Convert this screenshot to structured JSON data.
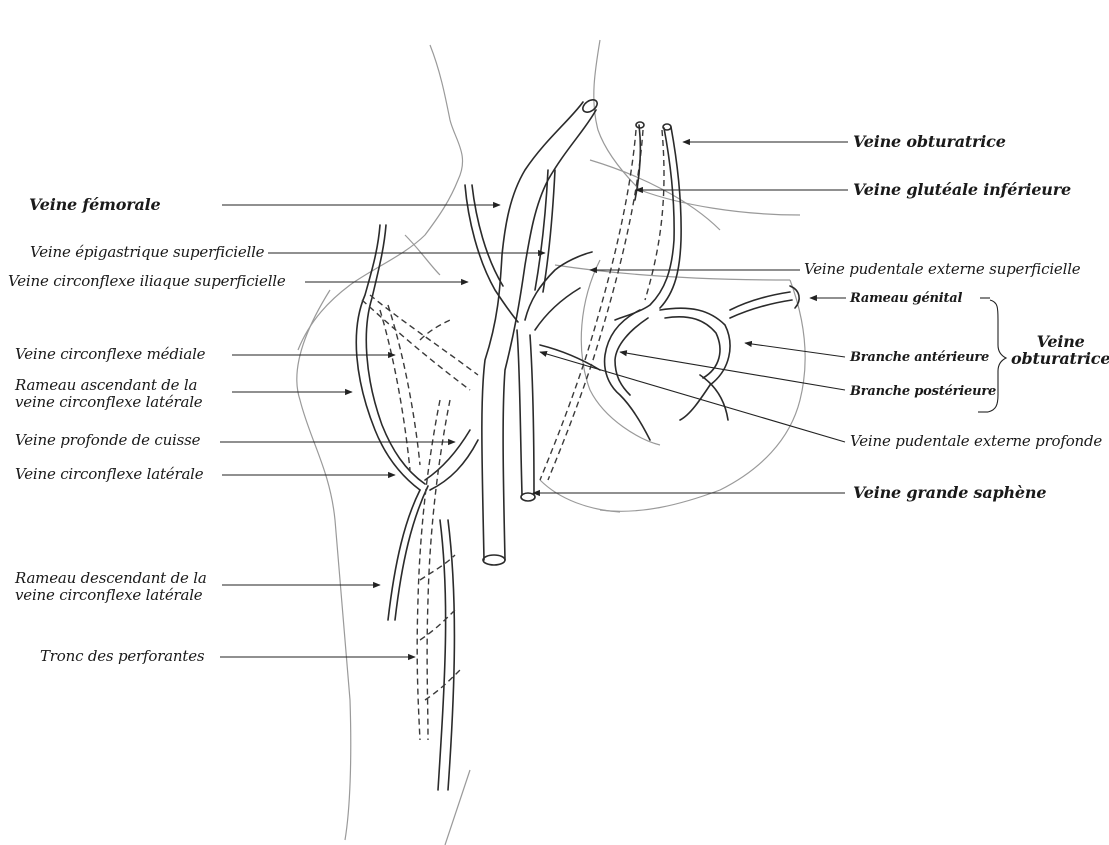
{
  "labels": {
    "veine_femorale": "Veine fémorale",
    "epigastrique": "Veine épigastrique superficielle",
    "circ_iliaque": "Veine circonflexe iliaque superficielle",
    "circ_mediale": "Veine circonflexe médiale",
    "rameau_asc_1": "Rameau ascendant de la",
    "rameau_asc_2": "veine circonflexe latérale",
    "profonde": "Veine profonde de cuisse",
    "circ_laterale": "Veine circonflexe latérale",
    "rameau_desc_1": "Rameau descendant de la",
    "rameau_desc_2": "veine circonflexe latérale",
    "tronc": "Tronc des perforantes",
    "obturatrice_top": "Veine obturatrice",
    "glutea": "Veine glutéale inférieure",
    "pudentale_sup": "Veine pudentale externe superficielle",
    "rameau_genital": "Rameau génital",
    "branche_ant": "Branche antérieure",
    "branche_post": "Branche postérieure",
    "obturatrice_group_1": "Veine",
    "obturatrice_group_2": "obturatrice",
    "pudentale_prof": "Veine pudentale externe profonde",
    "grande_saphene": "Veine grande saphène"
  }
}
